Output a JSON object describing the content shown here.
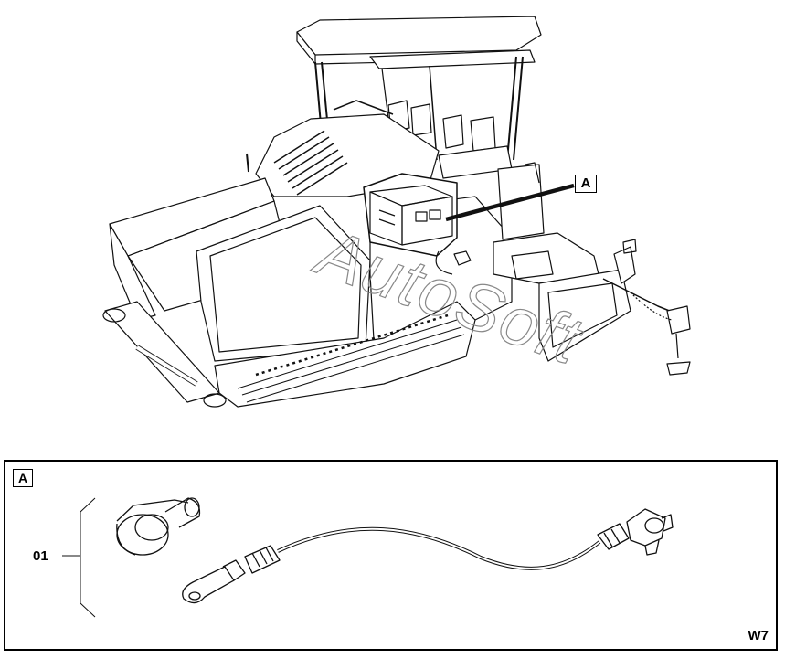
{
  "callout": {
    "label": "A"
  },
  "detail": {
    "label": "A",
    "item_number": "01",
    "sheet_code": "W7"
  },
  "watermark": {
    "text": "AutoSoft"
  },
  "icons": [
    "paver-illustration",
    "battery-box",
    "terminal-cap-icon",
    "battery-cable-icon"
  ]
}
